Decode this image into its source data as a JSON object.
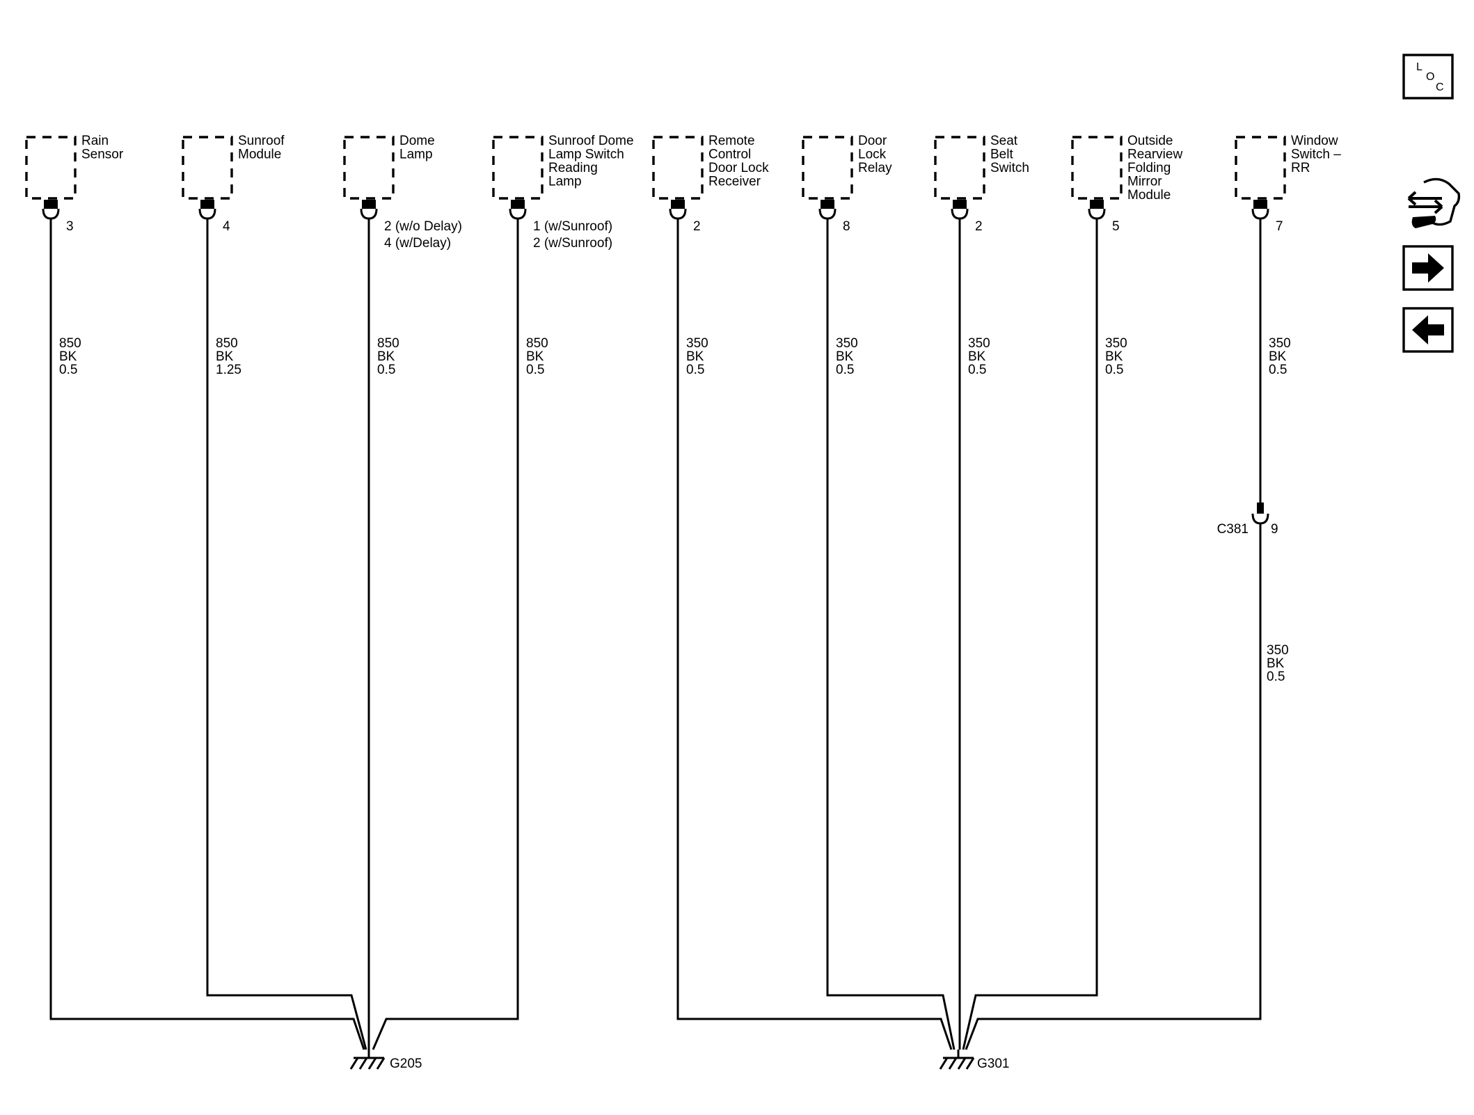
{
  "toolbar": {
    "loc_label": [
      "L",
      "O",
      "C"
    ]
  },
  "components": [
    {
      "name": [
        "Rain",
        "Sensor"
      ],
      "pin": [
        "3"
      ],
      "wire": [
        "850",
        "BK",
        "0.5"
      ]
    },
    {
      "name": [
        "Sunroof",
        "Module"
      ],
      "pin": [
        "4"
      ],
      "wire": [
        "850",
        "BK",
        "1.25"
      ]
    },
    {
      "name": [
        "Dome",
        "Lamp"
      ],
      "pin": [
        "2 (w/o Delay)",
        "4 (w/Delay)"
      ],
      "wire": [
        "850",
        "BK",
        "0.5"
      ]
    },
    {
      "name": [
        "Sunroof Dome",
        "Lamp Switch",
        "Reading",
        "Lamp"
      ],
      "pin": [
        "1 (w/Sunroof)",
        "2 (w/Sunroof)"
      ],
      "wire": [
        "850",
        "BK",
        "0.5"
      ]
    },
    {
      "name": [
        "Remote",
        "Control",
        "Door Lock",
        "Receiver"
      ],
      "pin": [
        "2"
      ],
      "wire": [
        "350",
        "BK",
        "0.5"
      ]
    },
    {
      "name": [
        "Door",
        "Lock",
        "Relay"
      ],
      "pin": [
        "8"
      ],
      "wire": [
        "350",
        "BK",
        "0.5"
      ]
    },
    {
      "name": [
        "Seat",
        "Belt",
        "Switch"
      ],
      "pin": [
        "2"
      ],
      "wire": [
        "350",
        "BK",
        "0.5"
      ]
    },
    {
      "name": [
        "Outside",
        "Rearview",
        "Folding",
        "Mirror",
        "Module"
      ],
      "pin": [
        "5"
      ],
      "wire": [
        "350",
        "BK",
        "0.5"
      ]
    },
    {
      "name": [
        "Window",
        "Switch –",
        "RR"
      ],
      "pin": [
        "7"
      ],
      "wire": [
        "350",
        "BK",
        "0.5"
      ]
    }
  ],
  "inline_connector": {
    "name": "C381",
    "pin": "9",
    "wire": [
      "350",
      "BK",
      "0.5"
    ]
  },
  "grounds": [
    "G205",
    "G301"
  ]
}
